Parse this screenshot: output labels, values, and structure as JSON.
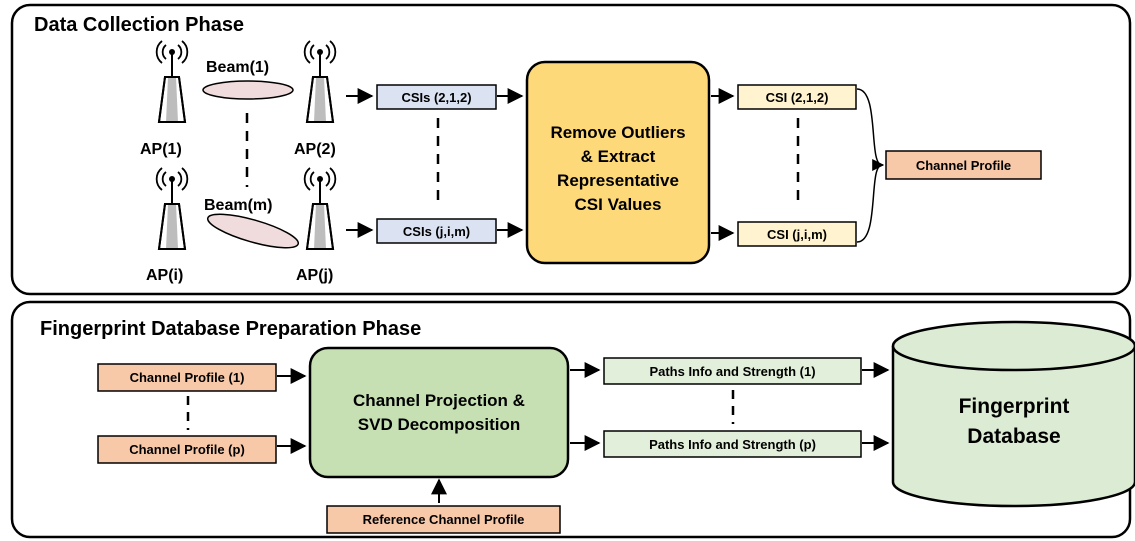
{
  "phase1": {
    "title": "Data Collection Phase",
    "ap_labels": [
      "AP(1)",
      "AP(2)",
      "AP(i)",
      "AP(j)"
    ],
    "beam_labels": [
      "Beam(1)",
      "Beam(m)"
    ],
    "csis_boxes": [
      "CSIs (2,1,2)",
      "CSIs (j,i,m)"
    ],
    "process_lines": [
      "Remove Outliers",
      "& Extract",
      "Representative",
      "CSI Values"
    ],
    "csi_boxes": [
      "CSI (2,1,2)",
      "CSI (j,i,m)"
    ],
    "channel_profile": "Channel Profile"
  },
  "phase2": {
    "title": "Fingerprint Database Preparation Phase",
    "channel_profiles": [
      "Channel Profile (1)",
      "Channel Profile (p)"
    ],
    "process_lines": [
      "Channel Projection &",
      "SVD Decomposition"
    ],
    "reference": "Reference Channel Profile",
    "paths_boxes": [
      "Paths Info and Strength (1)",
      "Paths Info and Strength (p)"
    ],
    "database_lines": [
      "Fingerprint",
      "Database"
    ]
  },
  "colors": {
    "csis_fill": "#dbe3f3",
    "process1_fill": "#fdd97a",
    "csi_fill": "#fff4cf",
    "channel_fill": "#f8c9a9",
    "process2_fill": "#c6e0b4",
    "paths_fill": "#e2efda",
    "db_fill": "#dcebd3",
    "beam_fill": "#f0dcdc"
  }
}
